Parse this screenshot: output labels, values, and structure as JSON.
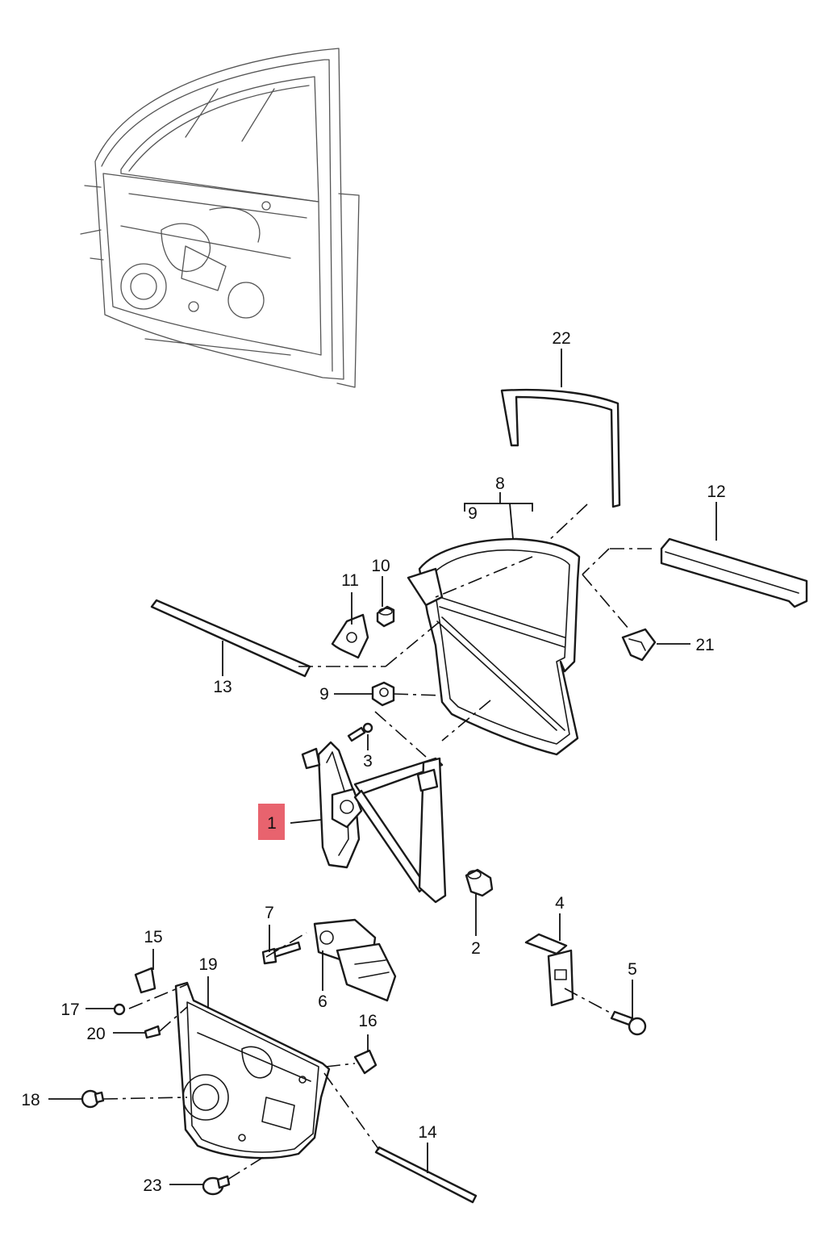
{
  "highlight_color": "#e8636e",
  "line_color": "#1a1a1a",
  "callouts": {
    "c1": "1",
    "c2": "2",
    "c3": "3",
    "c4": "4",
    "c5": "5",
    "c6": "6",
    "c7": "7",
    "c8": "8",
    "c9_bracket": "9",
    "c9_clip": "9",
    "c10": "10",
    "c11": "11",
    "c12": "12",
    "c13": "13",
    "c14": "14",
    "c15": "15",
    "c16": "16",
    "c17": "17",
    "c18": "18",
    "c19": "19",
    "c20": "20",
    "c21": "21",
    "c22": "22",
    "c23": "23"
  },
  "highlighted_callout": "1"
}
